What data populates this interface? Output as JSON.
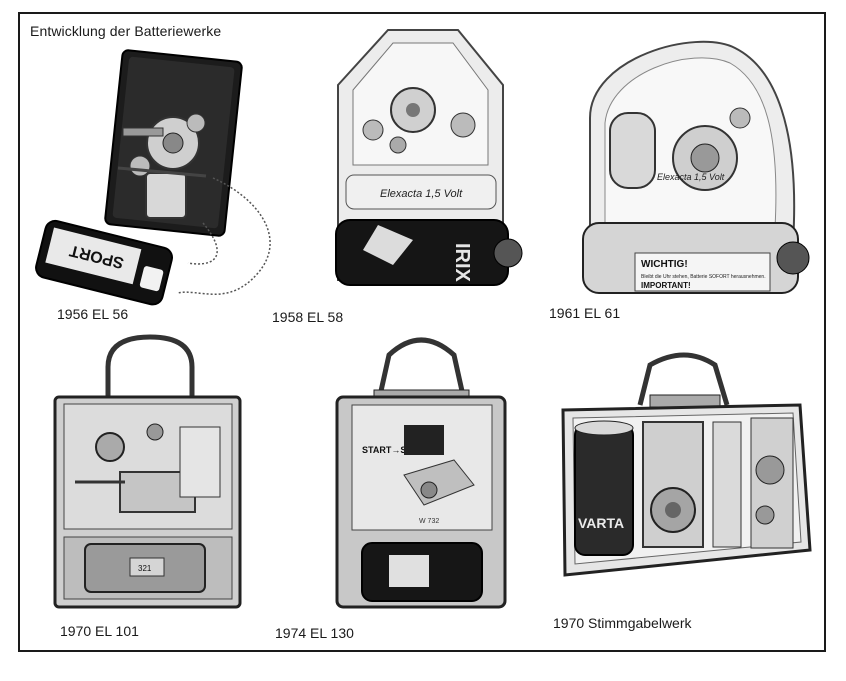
{
  "title": "Entwicklung der Batteriewerke",
  "items": [
    {
      "caption": "1956 EL 56",
      "battery_label": "SPORT"
    },
    {
      "caption": "1958 EL 58",
      "brand_label": "Elexacta 1,5 Volt",
      "battery_label": "IRIX"
    },
    {
      "caption": "1961 EL 61",
      "brand_label": "Elexacta 1,5 Volt",
      "warning_title": "WICHTIG!",
      "warning_text": "Bleibt die Uhr stehen, Batterie SOFORT herausnehmen.",
      "important_label": "IMPORTANT!"
    },
    {
      "caption": "1970 EL 101",
      "plate_label": "321"
    },
    {
      "caption": "1974 EL 130",
      "control_label": "START→STOP",
      "model_label": "W 732"
    },
    {
      "caption": "1970 Stimmgabelwerk",
      "battery_label": "VARTA"
    }
  ]
}
